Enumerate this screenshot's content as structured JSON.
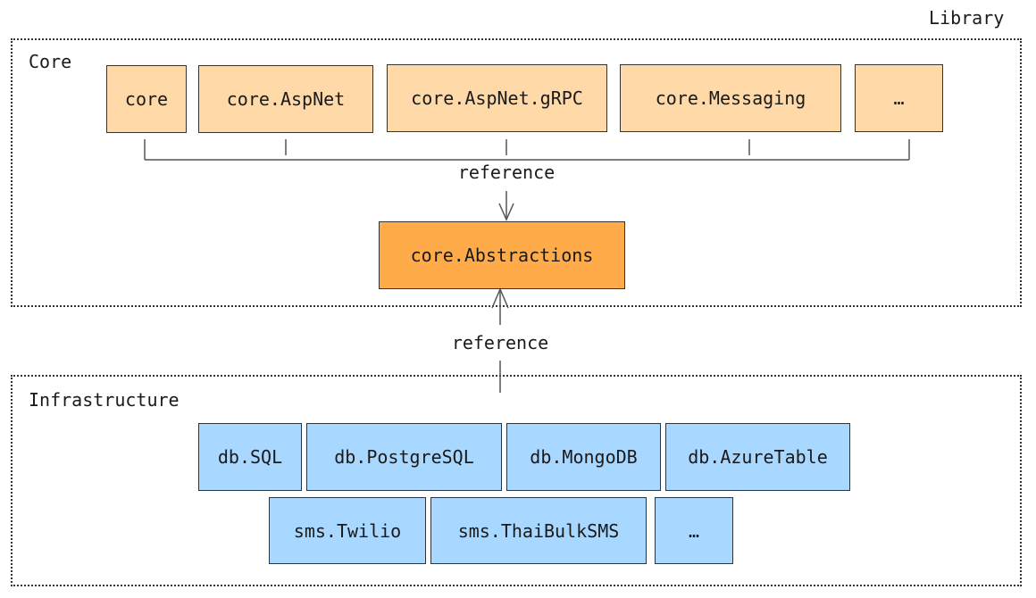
{
  "library_label": "Library",
  "core_group": {
    "label": "Core",
    "packages": [
      "core",
      "core.AspNet",
      "core.AspNet.gRPC",
      "core.Messaging",
      "…"
    ],
    "reference_label": "reference",
    "abstractions": "core.Abstractions"
  },
  "infrastructure_group": {
    "label": "Infrastructure",
    "reference_label": "reference",
    "db_packages": [
      "db.SQL",
      "db.PostgreSQL",
      "db.MongoDB",
      "db.AzureTable"
    ],
    "sms_packages": [
      "sms.Twilio",
      "sms.ThaiBulkSMS",
      "…"
    ]
  },
  "colors": {
    "core_package": "#ffd9a8",
    "abstractions": "#ffab4a",
    "infrastructure_package": "#a8d8ff"
  }
}
